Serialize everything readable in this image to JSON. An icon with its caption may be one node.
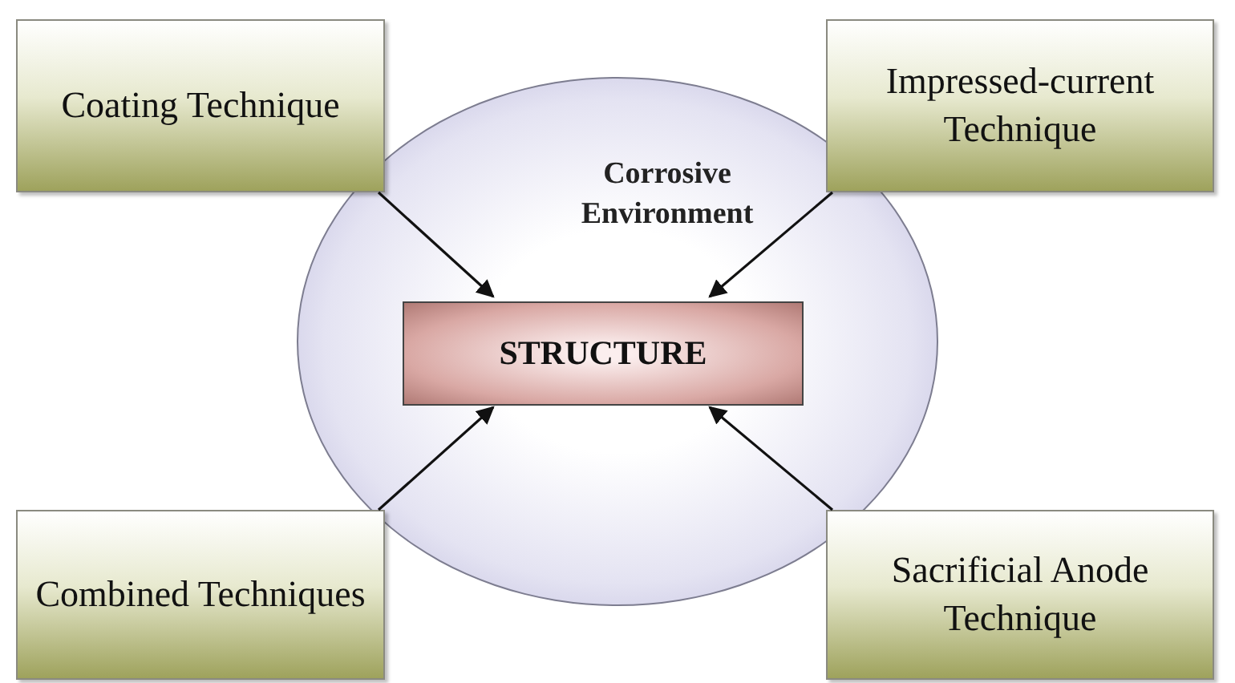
{
  "diagram": {
    "nodes": [
      {
        "text": [
          "Coating Technique"
        ]
      },
      {
        "text": [
          "Impressed-current Technique"
        ]
      },
      {
        "text": [
          "Corrosive Environment"
        ]
      },
      {
        "text": [
          "STRUCTURE"
        ],
        "in": 2
      },
      {
        "text": [
          "Combined Techniques"
        ]
      },
      {
        "text": [
          "Sacrificial Anode Technique"
        ]
      }
    ],
    "edges": [
      {
        "from": 0,
        "to": 3,
        "arrow": "to"
      },
      {
        "from": 1,
        "to": 3,
        "arrow": "to"
      },
      {
        "from": 4,
        "to": 3,
        "arrow": "to"
      },
      {
        "from": 5,
        "to": 3,
        "arrow": "to"
      }
    ]
  }
}
